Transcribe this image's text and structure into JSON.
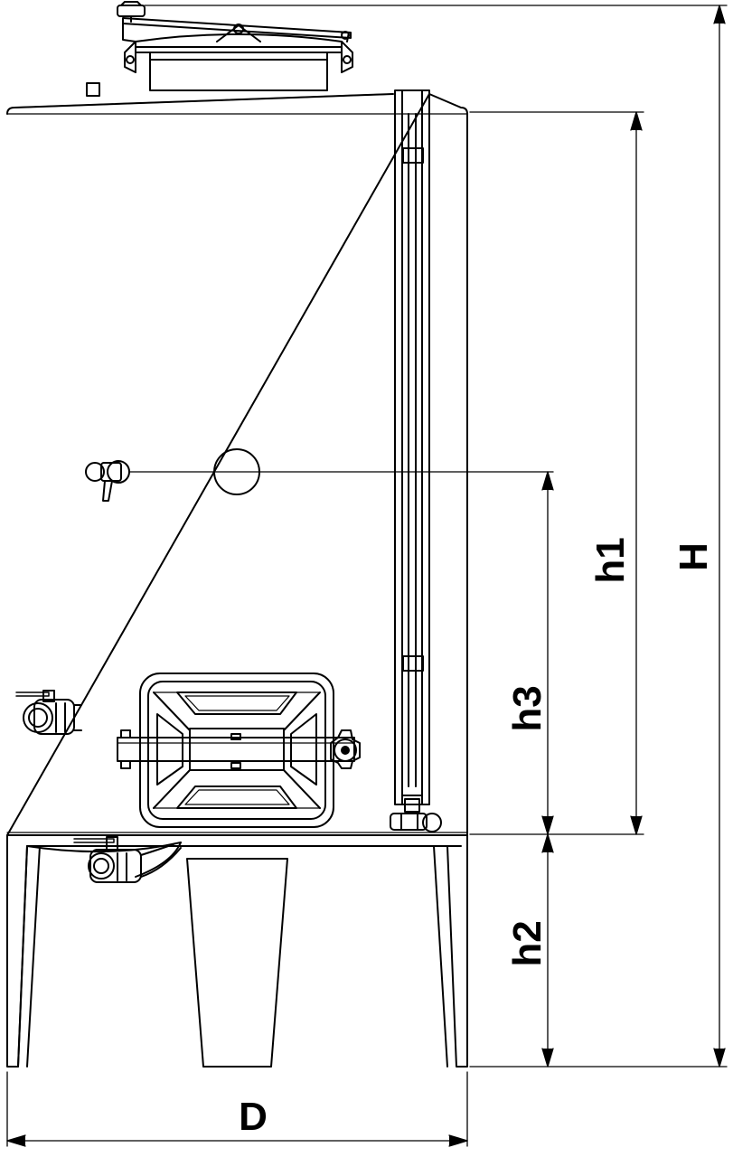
{
  "drawing": {
    "labels": {
      "H": "H",
      "h1": "h1",
      "h2": "h2",
      "h3": "h3",
      "D": "D"
    },
    "line_color": "#000000",
    "background": "#ffffff"
  }
}
